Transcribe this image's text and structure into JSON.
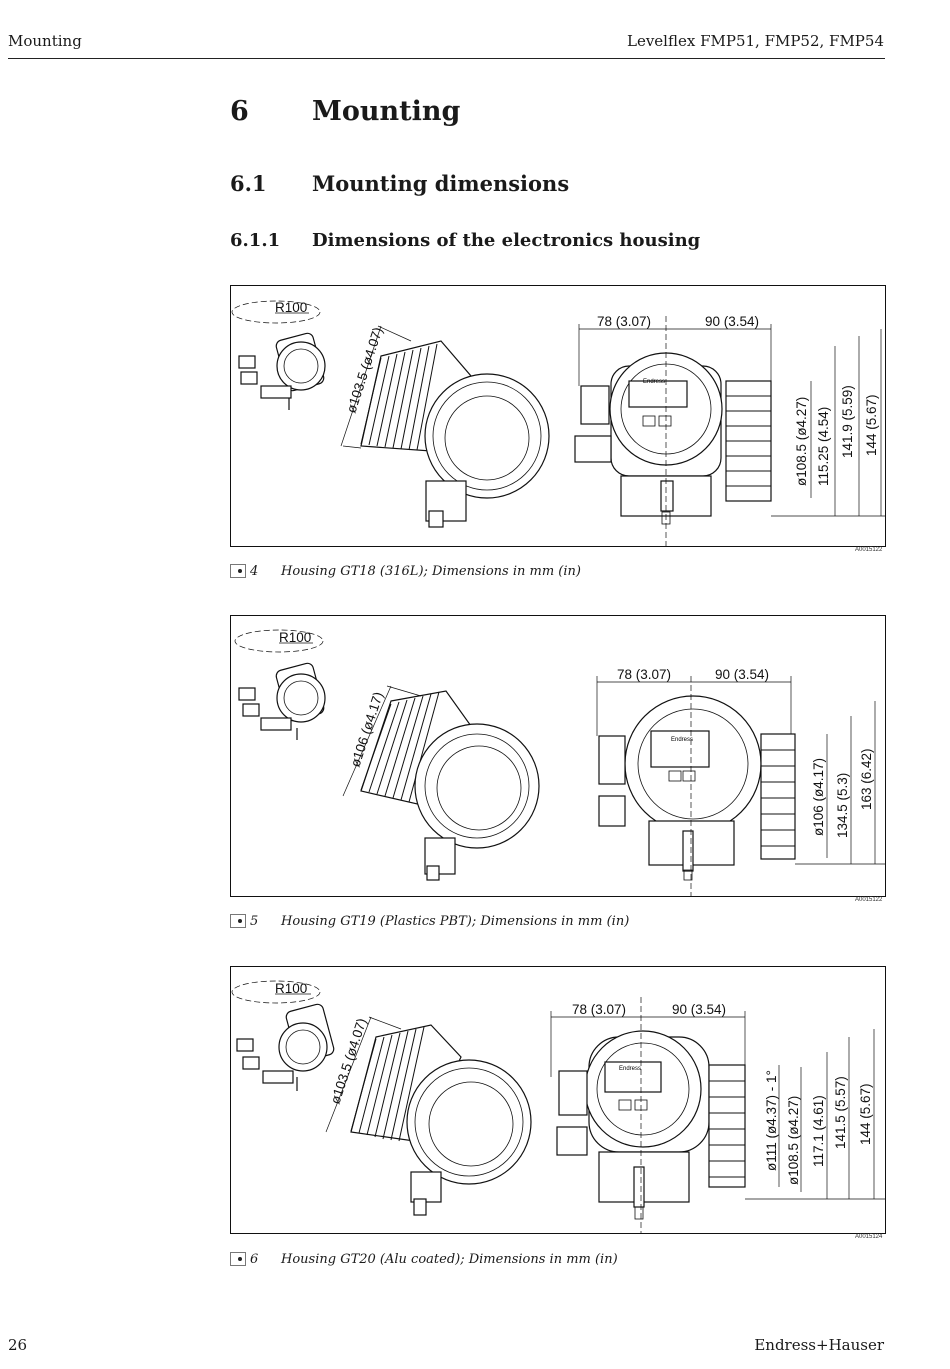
{
  "header": {
    "left": "Mounting",
    "right": "Levelflex FMP51, FMP52, FMP54"
  },
  "headings": {
    "h1_num": "6",
    "h1_text": "Mounting",
    "h2_num": "6.1",
    "h2_text": "Mounting dimensions",
    "h3_num": "6.1.1",
    "h3_text": "Dimensions of the electronics housing"
  },
  "figures": [
    {
      "radius": "R100",
      "diag": "ø103.5 (ø4.07)",
      "w_left": "78 (3.07)",
      "w_right": "90 (3.54)",
      "heights": [
        "ø108.5 (ø4.27)",
        "115.25 (4.54)",
        "141.9 (5.59)",
        "144 (5.67)"
      ],
      "ref": "A0015122",
      "cap_num": "4",
      "caption": "Housing GT18 (316L); Dimensions in mm (in)"
    },
    {
      "radius": "R100",
      "diag": "ø106 (ø4.17)",
      "w_left": "78 (3.07)",
      "w_right": "90 (3.54)",
      "heights": [
        "ø106 (ø4.17)",
        "134.5 (5.3)",
        "163 (6.42)"
      ],
      "ref": "A0015122",
      "cap_num": "5",
      "caption": "Housing GT19 (Plastics PBT); Dimensions in mm (in)"
    },
    {
      "radius": "R100",
      "diag": "ø103.5 (ø4.07)",
      "w_left": "78 (3.07)",
      "w_right": "90 (3.54)",
      "heights": [
        "ø111 (ø4.37) - 1°",
        "ø108.5 (ø4.27)",
        "117.1 (4.61)",
        "141.5 (5.57)",
        "144 (5.67)"
      ],
      "ref": "A0015124",
      "cap_num": "6",
      "caption": "Housing GT20 (Alu coated); Dimensions in mm (in)"
    }
  ],
  "footer": {
    "page": "26",
    "brand": "Endress+Hauser"
  }
}
